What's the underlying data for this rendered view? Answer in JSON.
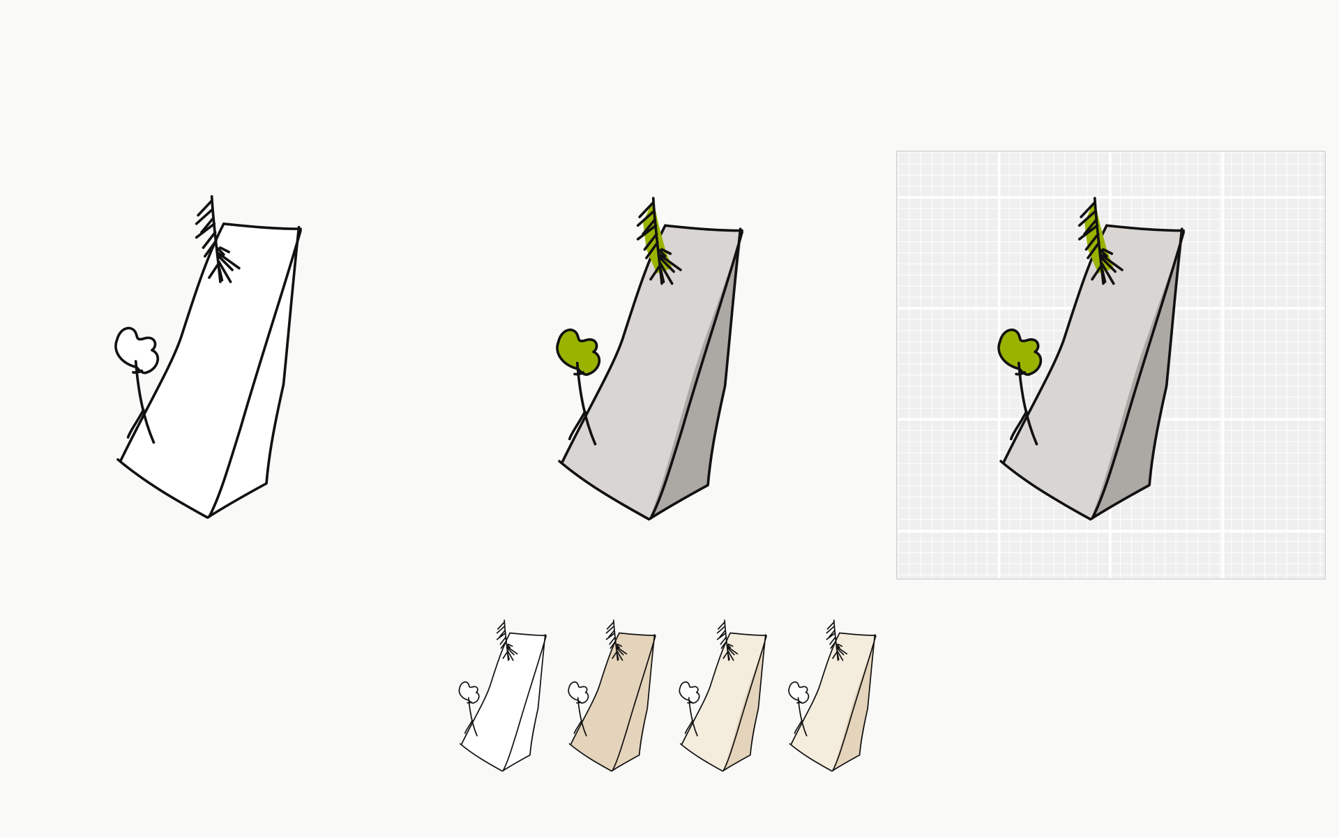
{
  "colors": {
    "background": "#f9f9f7",
    "outline": "#111111",
    "grid_background": "#efefef",
    "grid_lines": "#ffffff",
    "leaf_green": "#9ab300"
  },
  "sketches": [
    {
      "name": "outline-only",
      "front": "#ffffff",
      "side": "#ffffff",
      "leaf": "#ffffff"
    },
    {
      "name": "grey-shaded",
      "front": "#d9d5d2",
      "side": "#aca8a4",
      "leaf": "#9ab300"
    },
    {
      "name": "grey-shaded-on-grid",
      "front": "#d9d5d2",
      "side": "#aca8a4",
      "leaf": "#9ab300"
    }
  ],
  "thumbnails": [
    {
      "front": "#ffffff",
      "side": "#ffffff"
    },
    {
      "front": "#e4d4bb",
      "side": "#e4d4bb"
    },
    {
      "front": "#f4ecdd",
      "side": "#e4d4bb"
    },
    {
      "front": "#f4ecdd",
      "side": "#e4d4bb"
    }
  ]
}
